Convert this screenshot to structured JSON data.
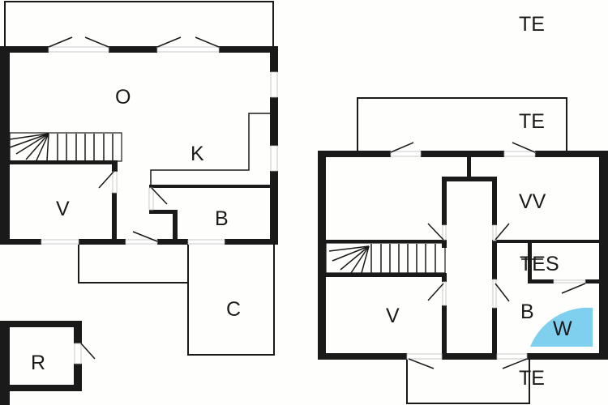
{
  "diagram": {
    "type": "floor-plan",
    "accent_color": "#7fd0ef",
    "wall_color": "#1a1a1a",
    "background": "#fefefc"
  },
  "buildings": {
    "main_house": {
      "rooms": {
        "o": "O",
        "k": "K",
        "v": "V",
        "b": "B",
        "c": "C"
      }
    },
    "annex": {
      "rooms": {
        "r": "R"
      }
    },
    "second_house": {
      "rooms": {
        "te_top": "TE",
        "te_terrace": "TE",
        "vv": "VV",
        "tes": "TES",
        "v": "V",
        "b": "B",
        "w": "W",
        "te_bottom": "TE"
      }
    }
  }
}
